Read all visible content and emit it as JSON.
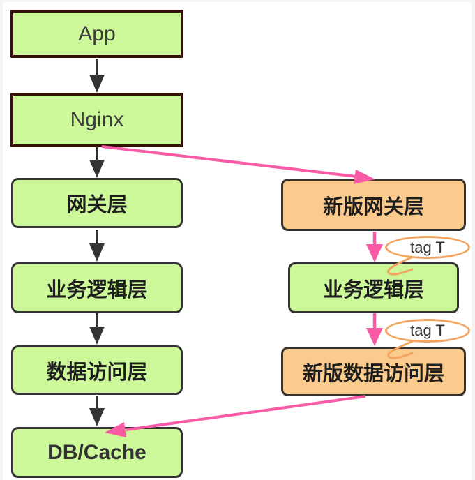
{
  "nodes": {
    "app": {
      "label": "App"
    },
    "nginx": {
      "label": "Nginx"
    },
    "gateway": {
      "label": "网关层"
    },
    "business_logic": {
      "label": "业务逻辑层"
    },
    "data_access": {
      "label": "数据访问层"
    },
    "db_cache": {
      "label": "DB/Cache"
    },
    "new_gateway": {
      "label": "新版网关层"
    },
    "business_logic_new": {
      "label": "业务逻辑层"
    },
    "new_data_access": {
      "label": "新版数据访问层"
    }
  },
  "callouts": {
    "tag1": {
      "label": "tag T"
    },
    "tag2": {
      "label": "tag T"
    }
  },
  "edges": [
    {
      "from": "app",
      "to": "nginx",
      "color": "#333333"
    },
    {
      "from": "nginx",
      "to": "gateway",
      "color": "#333333"
    },
    {
      "from": "gateway",
      "to": "business_logic",
      "color": "#333333"
    },
    {
      "from": "business_logic",
      "to": "data_access",
      "color": "#333333"
    },
    {
      "from": "data_access",
      "to": "db_cache",
      "color": "#333333"
    },
    {
      "from": "nginx",
      "to": "new_gateway",
      "color": "#f85aa6"
    },
    {
      "from": "new_gateway",
      "to": "business_logic_new",
      "color": "#f85aa6",
      "tag": "tag T"
    },
    {
      "from": "business_logic_new",
      "to": "new_data_access",
      "color": "#f85aa6",
      "tag": "tag T"
    },
    {
      "from": "new_data_access",
      "to": "db_cache",
      "color": "#f85aa6"
    }
  ],
  "colors": {
    "green_fill": "#ccf899",
    "orange_fill": "#fbca8d",
    "maroon_border": "#331109",
    "dark_border": "#333333",
    "pink_arrow": "#f85aa6",
    "callout_border": "#f3a45f",
    "background": "#ffffff"
  }
}
